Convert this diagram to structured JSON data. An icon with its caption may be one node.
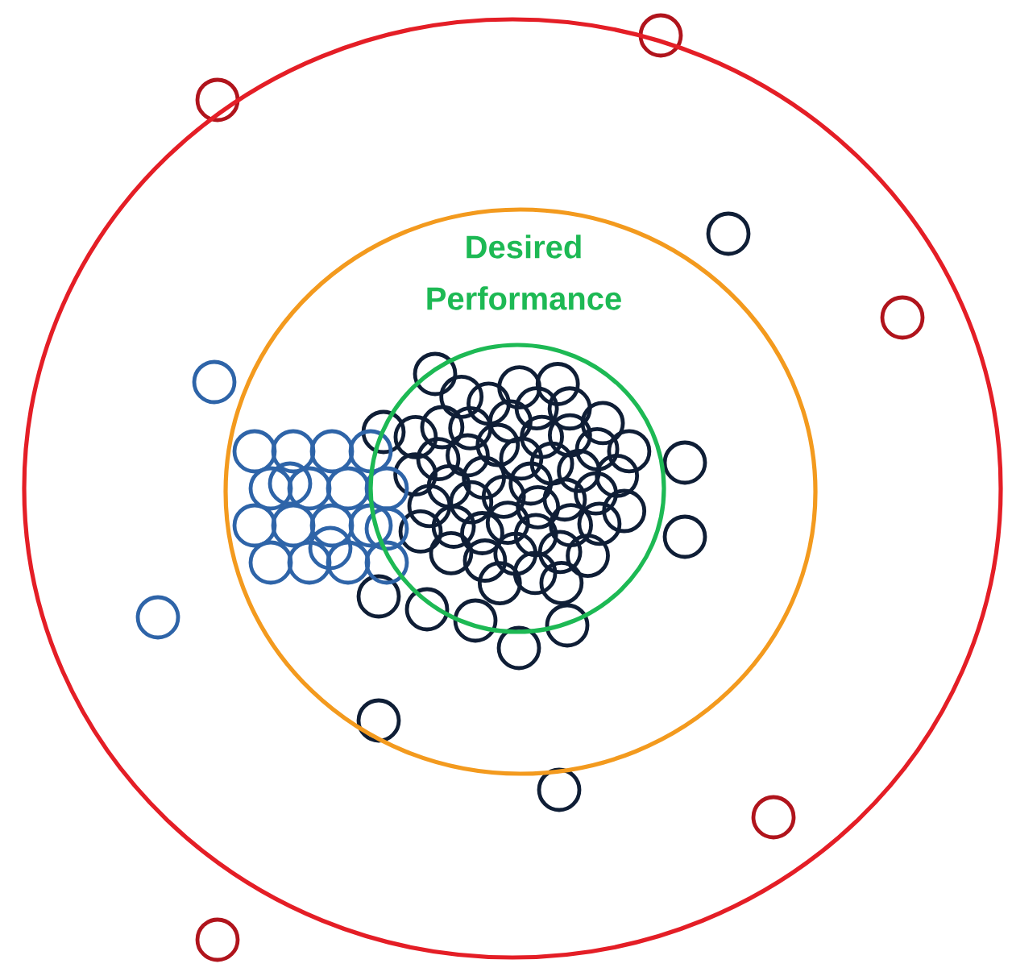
{
  "diagram": {
    "nodes": [
      {
        "text": [],
        "shape": "circle"
      },
      {
        "text": [],
        "shape": "circle",
        "in": 0
      },
      {
        "text": [
          "Desired Performance"
        ],
        "in": 1
      }
    ]
  }
}
